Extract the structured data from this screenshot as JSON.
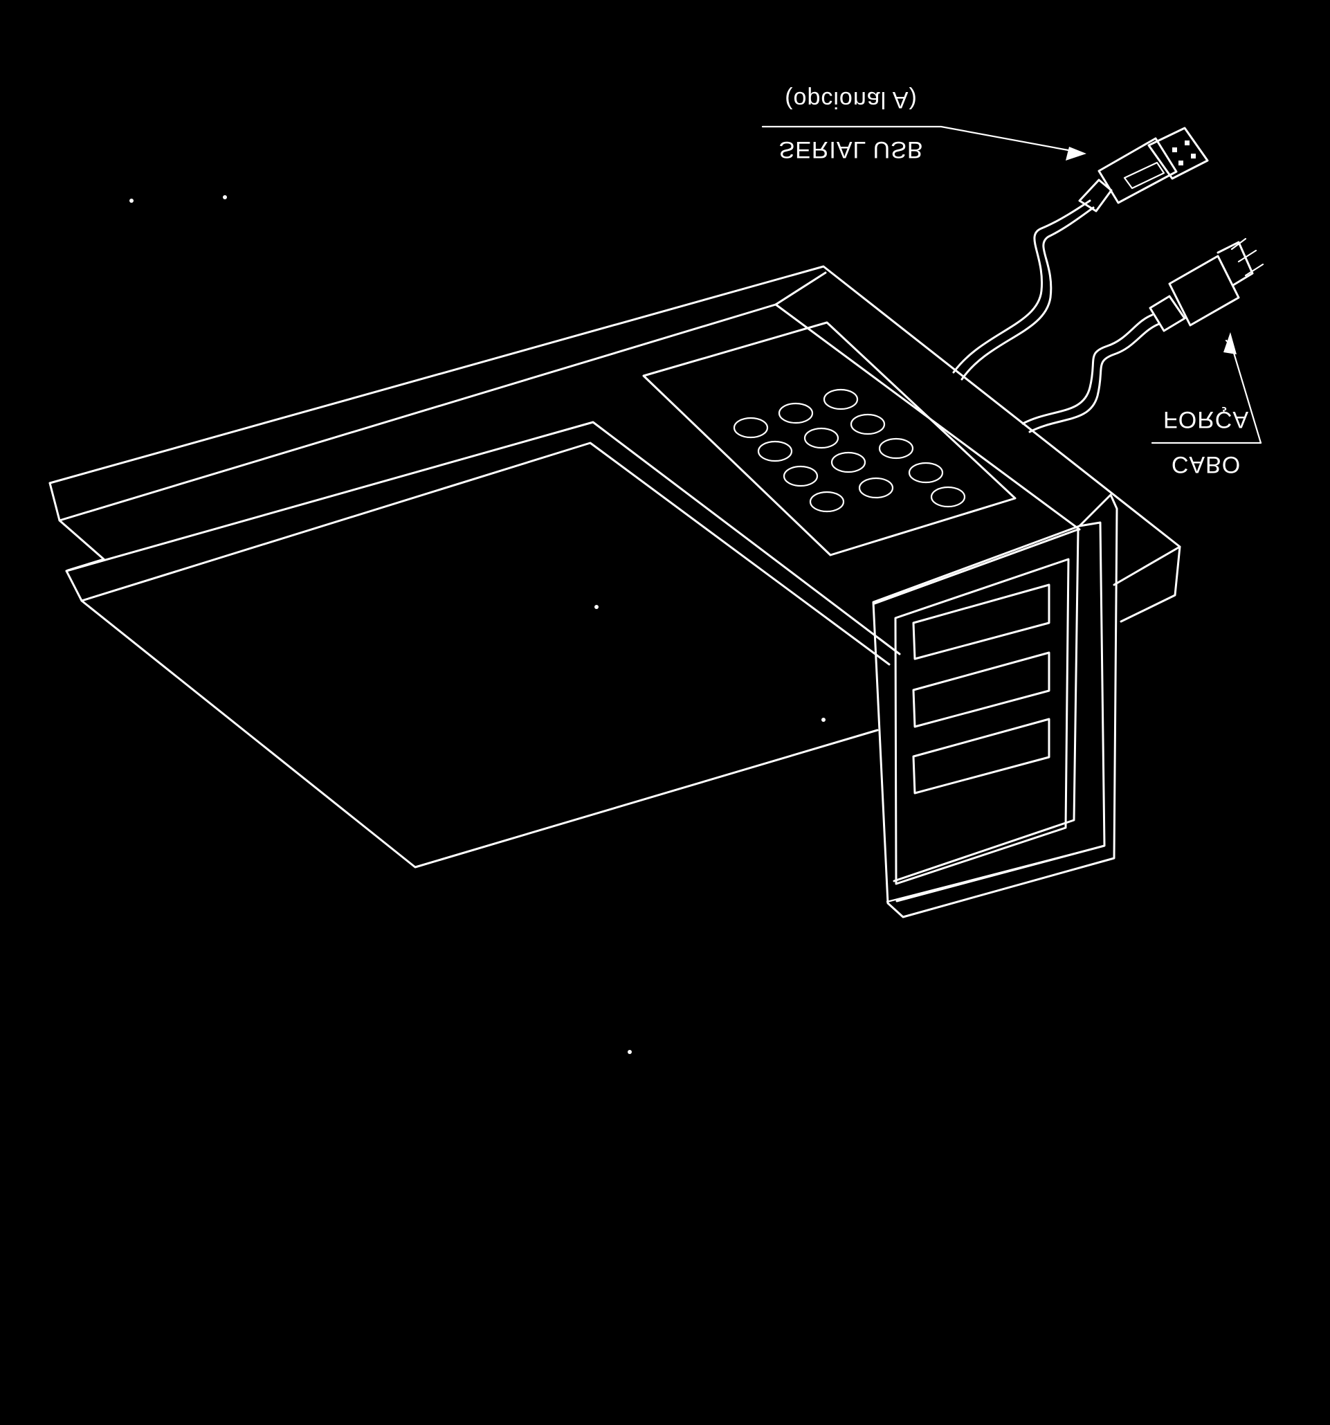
{
  "labels": {
    "usb_top": "(opcional A)",
    "usb_bottom": "SERIAL USB",
    "power_top": "FORÇA",
    "power_bottom": "CABO"
  },
  "colors": {
    "background": "#000000",
    "line": "#ffffff"
  }
}
